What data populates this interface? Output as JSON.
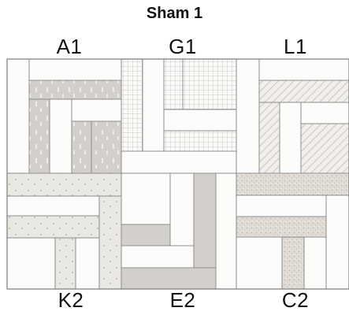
{
  "title": "Sham 1",
  "blocks": [
    {
      "label": "A1",
      "fabric": "gray-dashes"
    },
    {
      "label": "G1",
      "fabric": "grid"
    },
    {
      "label": "L1",
      "fabric": "diagonal-stripes"
    },
    {
      "label": "K2",
      "fabric": "light-dots"
    },
    {
      "label": "E2",
      "fabric": "solid-gray"
    },
    {
      "label": "C2",
      "fabric": "speckle"
    }
  ]
}
